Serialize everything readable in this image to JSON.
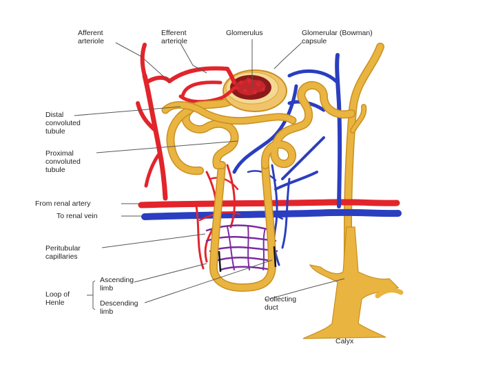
{
  "labels": {
    "afferent_arteriole": [
      "Afferent",
      "arteriole"
    ],
    "efferent_arteriole": [
      "Efferent",
      "arteriole"
    ],
    "glomerulus": [
      "Glomerulus"
    ],
    "glomerular_capsule": [
      "Glomerular (Bowman)",
      "capsule"
    ],
    "distal_convoluted_tubule": [
      "Distal",
      "convoluted",
      "tubule"
    ],
    "proximal_convoluted_tubule": [
      "Proximal",
      "convoluted",
      "tubule"
    ],
    "from_renal_artery": [
      "From renal artery"
    ],
    "to_renal_vein": [
      "To renal vein"
    ],
    "peritubular_capillaries": [
      "Peritubular",
      "capillaries"
    ],
    "ascending_limb": [
      "Ascending",
      "limb"
    ],
    "descending_limb": [
      "Descending",
      "limb"
    ],
    "loop_of_henle": [
      "Loop of",
      "Henle"
    ],
    "collecting_duct": [
      "Collecting",
      "duct"
    ],
    "calyx": [
      "Calyx"
    ]
  },
  "colors": {
    "artery": "#e2242b",
    "vein": "#2a3ec0",
    "tubule": "#e9b440",
    "glomerulus": "#8b1a1a",
    "capillary_mix": "#7a2aa0"
  }
}
